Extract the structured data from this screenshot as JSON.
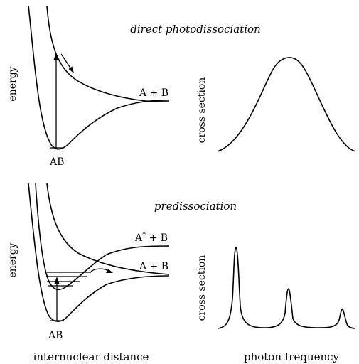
{
  "top_panel": {
    "title": "direct photodissociation",
    "y_label": "energy",
    "molecule_label": "AB",
    "asymptote_label": "A + B",
    "spectrum_y_label": "cross section"
  },
  "bottom_panel": {
    "title": "predissociation",
    "y_label": "energy",
    "molecule_label": "AB",
    "upper_asymptote_label": "A* + B",
    "upper_asymptote_base": "A",
    "upper_asymptote_sup": "*",
    "upper_asymptote_rest": " + B",
    "lower_asymptote_label": "A + B",
    "spectrum_y_label": "cross section"
  },
  "x_labels": {
    "left": "internuclear distance",
    "right": "photon frequency"
  }
}
